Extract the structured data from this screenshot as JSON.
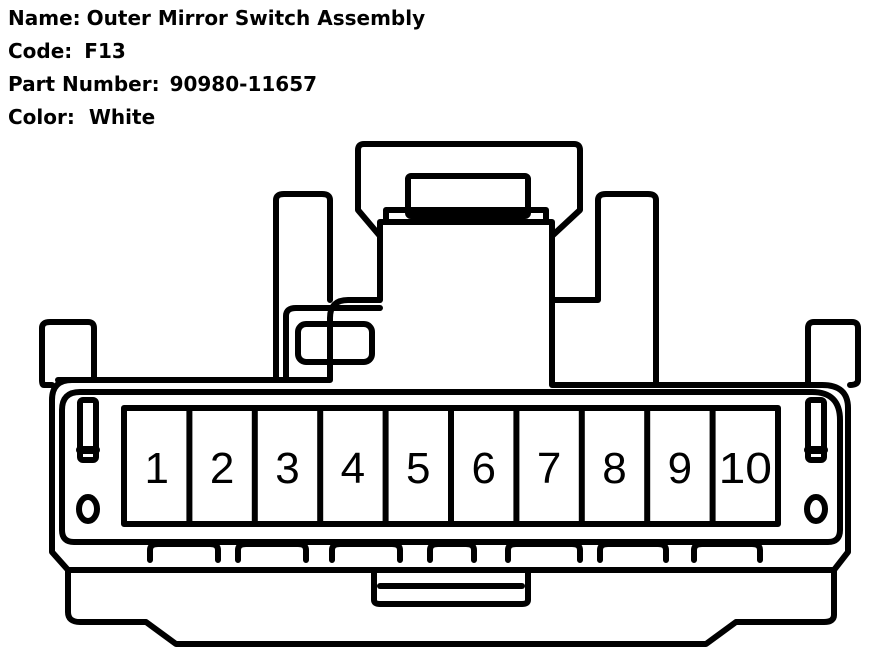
{
  "connector": {
    "name_label": "Name:",
    "name": "Outer Mirror Switch Assembly",
    "code_label": "Code:",
    "code": "F13",
    "part_number_label": "Part Number:",
    "part_number": "90980-11657",
    "color_label": "Color:",
    "color": "White"
  },
  "pins": [
    "1",
    "2",
    "3",
    "4",
    "5",
    "6",
    "7",
    "8",
    "9",
    "10"
  ],
  "colors": {
    "line": "#000000",
    "background": "#ffffff"
  }
}
